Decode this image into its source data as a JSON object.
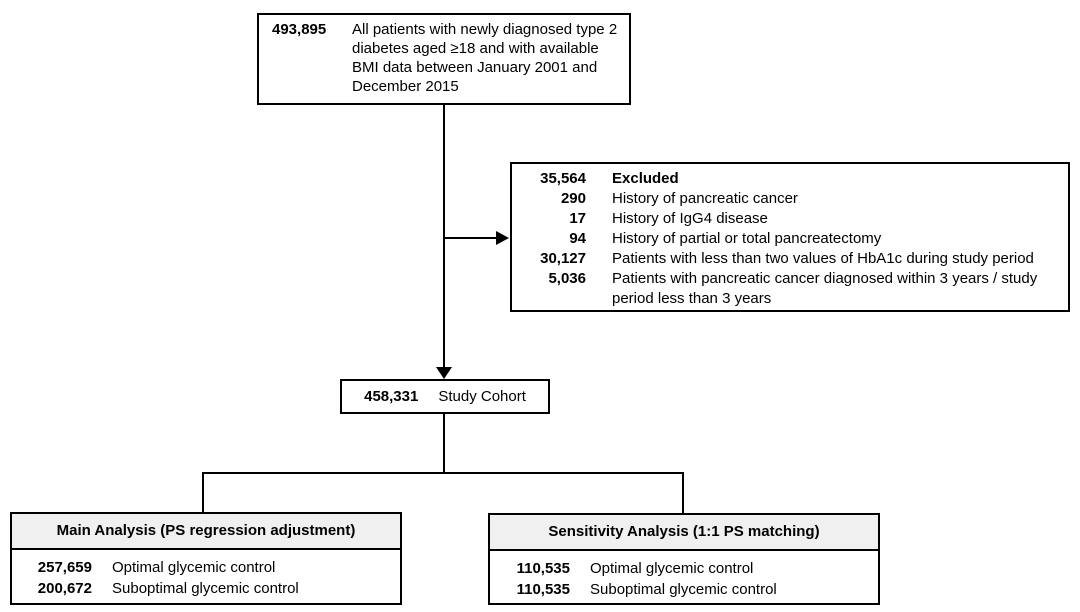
{
  "top_box": {
    "count": "493,895",
    "label": "All patients with newly diagnosed type 2 diabetes aged ≥18 and with available BMI data between January 2001 and December 2015"
  },
  "excluded_box": {
    "count": "35,564",
    "label": "Excluded",
    "items": [
      {
        "count": "290",
        "label": "History of pancreatic cancer"
      },
      {
        "count": "17",
        "label": "History of IgG4 disease"
      },
      {
        "count": "94",
        "label": "History of partial or total pancreatectomy"
      },
      {
        "count": "30,127",
        "label": "Patients with less than two values of HbA1c during study period"
      },
      {
        "count": "5,036",
        "label": "Patients with pancreatic cancer diagnosed within 3 years / study period less than 3 years"
      }
    ]
  },
  "cohort_box": {
    "count": "458,331",
    "label": "Study Cohort"
  },
  "main_analysis_box": {
    "title": "Main Analysis (PS regression adjustment)",
    "rows": [
      {
        "count": "257,659",
        "label": "Optimal glycemic control"
      },
      {
        "count": "200,672",
        "label": "Suboptimal glycemic control"
      }
    ]
  },
  "sensitivity_analysis_box": {
    "title": "Sensitivity Analysis (1:1 PS matching)",
    "rows": [
      {
        "count": "110,535",
        "label": "Optimal glycemic control"
      },
      {
        "count": "110,535",
        "label": "Suboptimal glycemic control"
      }
    ]
  },
  "colors": {
    "border": "#000000",
    "header_fill": "#f0f0f0",
    "text": "#000000",
    "background": "#ffffff"
  }
}
